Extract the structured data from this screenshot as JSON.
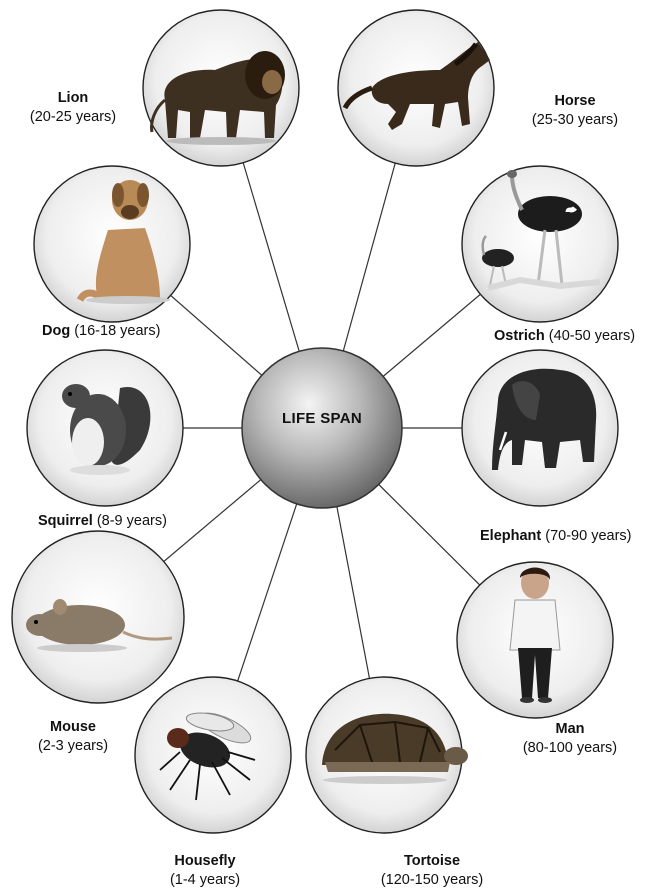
{
  "center": {
    "label": "LIFE SPAN"
  },
  "animals": [
    {
      "id": "lion",
      "name": "Lion",
      "span": "(20-25 years)",
      "icon": "lion-icon"
    },
    {
      "id": "horse",
      "name": "Horse",
      "span": "(25-30 years)",
      "icon": "horse-icon"
    },
    {
      "id": "dog",
      "name": "Dog",
      "span": "(16-18 years)",
      "icon": "dog-icon"
    },
    {
      "id": "ostrich",
      "name": "Ostrich",
      "span": "(40-50 years)",
      "icon": "ostrich-icon"
    },
    {
      "id": "squirrel",
      "name": "Squirrel",
      "span": "(8-9 years)",
      "icon": "squirrel-icon"
    },
    {
      "id": "elephant",
      "name": "Elephant",
      "span": "(70-90 years)",
      "icon": "elephant-icon"
    },
    {
      "id": "mouse",
      "name": "Mouse",
      "span": "(2-3 years)",
      "icon": "mouse-icon"
    },
    {
      "id": "man",
      "name": "Man",
      "span": "(80-100 years)",
      "icon": "man-icon"
    },
    {
      "id": "housefly",
      "name": "Housefly",
      "span": "(1-4 years)",
      "icon": "housefly-icon"
    },
    {
      "id": "tortoise",
      "name": "Tortoise",
      "span": "(120-150 years)",
      "icon": "tortoise-icon"
    }
  ]
}
